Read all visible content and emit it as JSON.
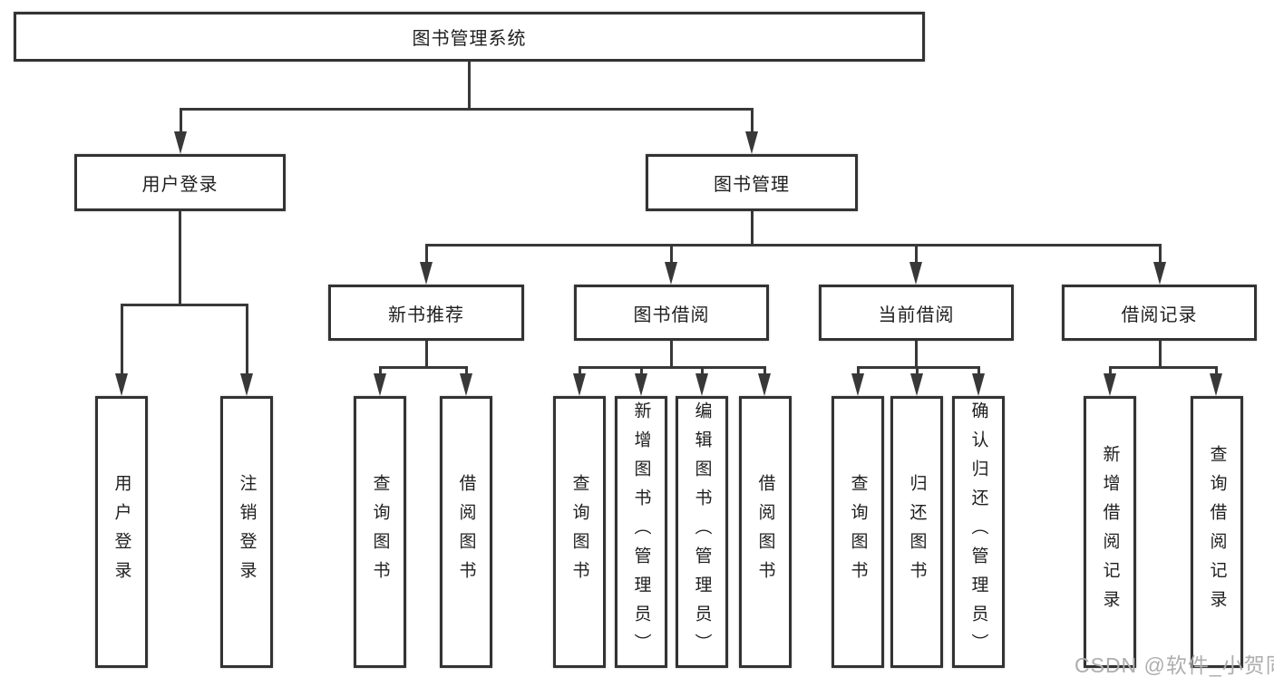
{
  "colors": {
    "line": "#383838",
    "box_border": "#333333",
    "text": "#1f1f1f",
    "watermark": "#aeaeae",
    "background": "#ffffff"
  },
  "chart_type": "org-tree-diagram",
  "tree": {
    "root": "图书管理系统",
    "level2": [
      {
        "label": "用户登录"
      },
      {
        "label": "图书管理"
      }
    ],
    "level3": [
      {
        "label": "新书推荐"
      },
      {
        "label": "图书借阅"
      },
      {
        "label": "当前借阅"
      },
      {
        "label": "借阅记录"
      }
    ],
    "leaves": {
      "user_login": [
        "用户登录",
        "注销登录"
      ],
      "new_book_rec": [
        "查询图书",
        "借阅图书"
      ],
      "book_borrow": [
        "查询图书",
        "新增图书（管理员）",
        "编辑图书（管理员）",
        "借阅图书"
      ],
      "current_borrow": [
        "查询图书",
        "归还图书",
        "确认归还（管理员）"
      ],
      "borrow_records": [
        "新增借阅记录",
        "查询借阅记录"
      ]
    }
  },
  "watermark": "CSDN @软件_小贺同学"
}
